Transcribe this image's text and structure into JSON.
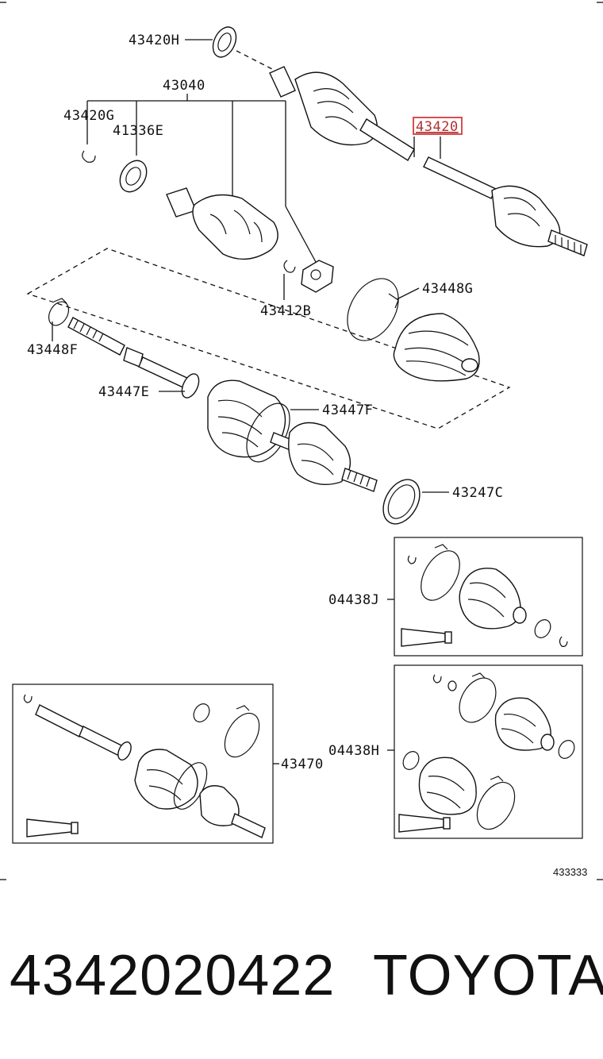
{
  "diagram": {
    "labels": {
      "l_43420H": "43420H",
      "l_43040": "43040",
      "l_43420G": "43420G",
      "l_41336E": "41336E",
      "l_43420": "43420",
      "l_43412B": "43412B",
      "l_43448G": "43448G",
      "l_43448F": "43448F",
      "l_43447E": "43447E",
      "l_43447F": "43447F",
      "l_43247C": "43247C",
      "l_04438J": "04438J",
      "l_43470": "43470",
      "l_04438H": "04438H",
      "l_433333": "433333"
    },
    "highlight_color": "#d43c3c"
  },
  "footer": {
    "part_number": "4342020422",
    "brand": "TOYOTA"
  }
}
